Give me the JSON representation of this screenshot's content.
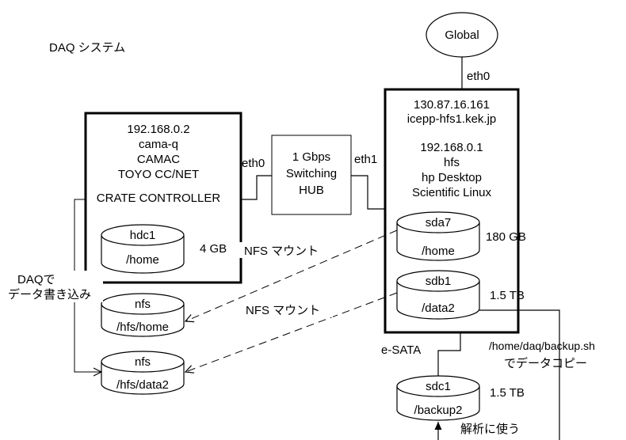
{
  "title": "DAQ システム",
  "global": {
    "label": "Global"
  },
  "hfs_server": {
    "eth0": "eth0",
    "eth1": "eth1",
    "lines": [
      "130.87.16.161",
      "icepp-hfs1.kek.jp",
      "192.168.0.1",
      "hfs",
      "hp Desktop",
      "Scientific Linux"
    ]
  },
  "camac": {
    "eth0": "eth0",
    "lines": [
      "192.168.0.2",
      "cama-q",
      "CAMAC",
      "TOYO CC/NET",
      "CRATE CONTROLLER"
    ]
  },
  "switch": {
    "lines": [
      "1 Gbps",
      "Switching",
      "HUB"
    ]
  },
  "disks": {
    "hdc1": {
      "name": "hdc1",
      "mount": "/home",
      "size": "4 GB"
    },
    "sda7": {
      "name": "sda7",
      "mount": "/home",
      "size": "180 GB"
    },
    "sdb1": {
      "name": "sdb1",
      "mount": "/data2",
      "size": "1.5 TB"
    },
    "nfs_home": {
      "name": "nfs",
      "mount": "/hfs/home"
    },
    "nfs_data2": {
      "name": "nfs",
      "mount": "/hfs/data2"
    },
    "sdc1": {
      "name": "sdc1",
      "mount": "/backup2",
      "size": "1.5 TB"
    }
  },
  "labels": {
    "nfs_mount_1": "NFS マウント",
    "nfs_mount_2": "NFS マウント",
    "daq_write_1": "DAQで",
    "daq_write_2": "データ書き込み",
    "esata": "e-SATA",
    "backup_1": "/home/daq/backup.sh",
    "backup_2": "でデータコピー",
    "analysis": "解析に使う"
  }
}
